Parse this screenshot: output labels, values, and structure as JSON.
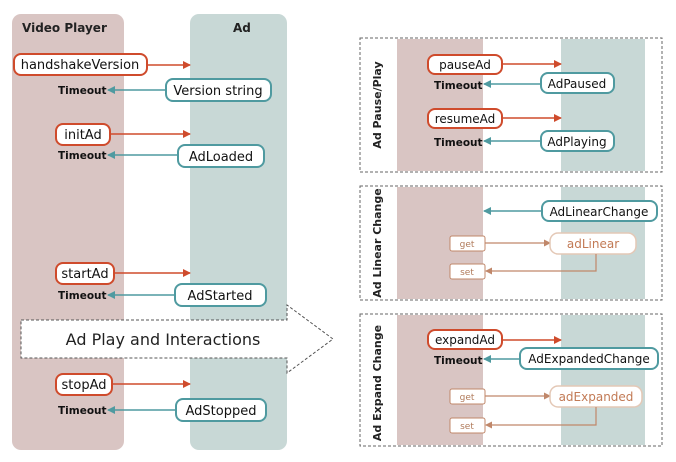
{
  "colors": {
    "player_lane": "#d9c5c3",
    "ad_lane": "#c8d8d6",
    "red": "#cf4b2c",
    "teal": "#4f9aa0",
    "tan": "#c0876a"
  },
  "left": {
    "player_title": "Video Player",
    "ad_title": "Ad",
    "handshake": "handshakeVersion",
    "version_string": "Version string",
    "timeout1": "Timeout",
    "init_ad": "initAd",
    "ad_loaded": "AdLoaded",
    "timeout2": "Timeout",
    "start_ad": "startAd",
    "ad_started": "AdStarted",
    "timeout3": "Timeout",
    "banner": "Ad Play and Interactions",
    "stop_ad": "stopAd",
    "ad_stopped": "AdStopped",
    "timeout4": "Timeout"
  },
  "pause_play": {
    "label": "Ad Pause/Play",
    "pause_ad": "pauseAd",
    "ad_paused": "AdPaused",
    "timeout_a": "Timeout",
    "resume_ad": "resumeAd",
    "ad_playing": "AdPlaying",
    "timeout_b": "Timeout"
  },
  "linear": {
    "label": "Ad Linear Change",
    "ad_linear_change": "AdLinearChange",
    "get": "get",
    "ad_linear": "adLinear",
    "set": "set"
  },
  "expand": {
    "label": "Ad Expand Change",
    "expand_ad": "expandAd",
    "ad_expanded_change": "AdExpandedChange",
    "timeout": "Timeout",
    "get": "get",
    "ad_expanded": "adExpanded",
    "set": "set"
  }
}
